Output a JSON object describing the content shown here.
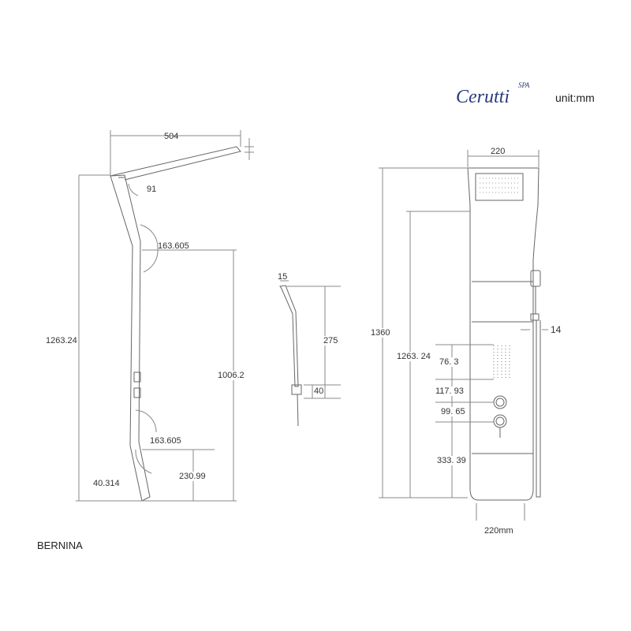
{
  "brand": {
    "logo": "Cerutti",
    "logo_sub": "SPA",
    "unit_label": "unit:mm"
  },
  "model_name": "BERNINA",
  "side_view": {
    "arm_length": "504",
    "arm_angle": "91",
    "upper_bend_angle": "163.605",
    "lower_bend_angle": "163.605",
    "total_height": "1263.24",
    "upper_height": "1006.2",
    "lower_height": "230.99",
    "bottom_offset": "40.314"
  },
  "handshower_detail": {
    "width": "15",
    "height": "275",
    "holder": "40"
  },
  "front_view": {
    "top_width": "220",
    "total_height": "1360",
    "body_height": "1263. 24",
    "jets_height": "76. 3",
    "gap_1": "117. 93",
    "gap_2": "99. 65",
    "bottom_height": "333. 39",
    "rail_offset": "14",
    "bottom_width": "220mm"
  },
  "colors": {
    "line": "#555555",
    "dim": "#777777",
    "logo": "#2b3a7a"
  }
}
